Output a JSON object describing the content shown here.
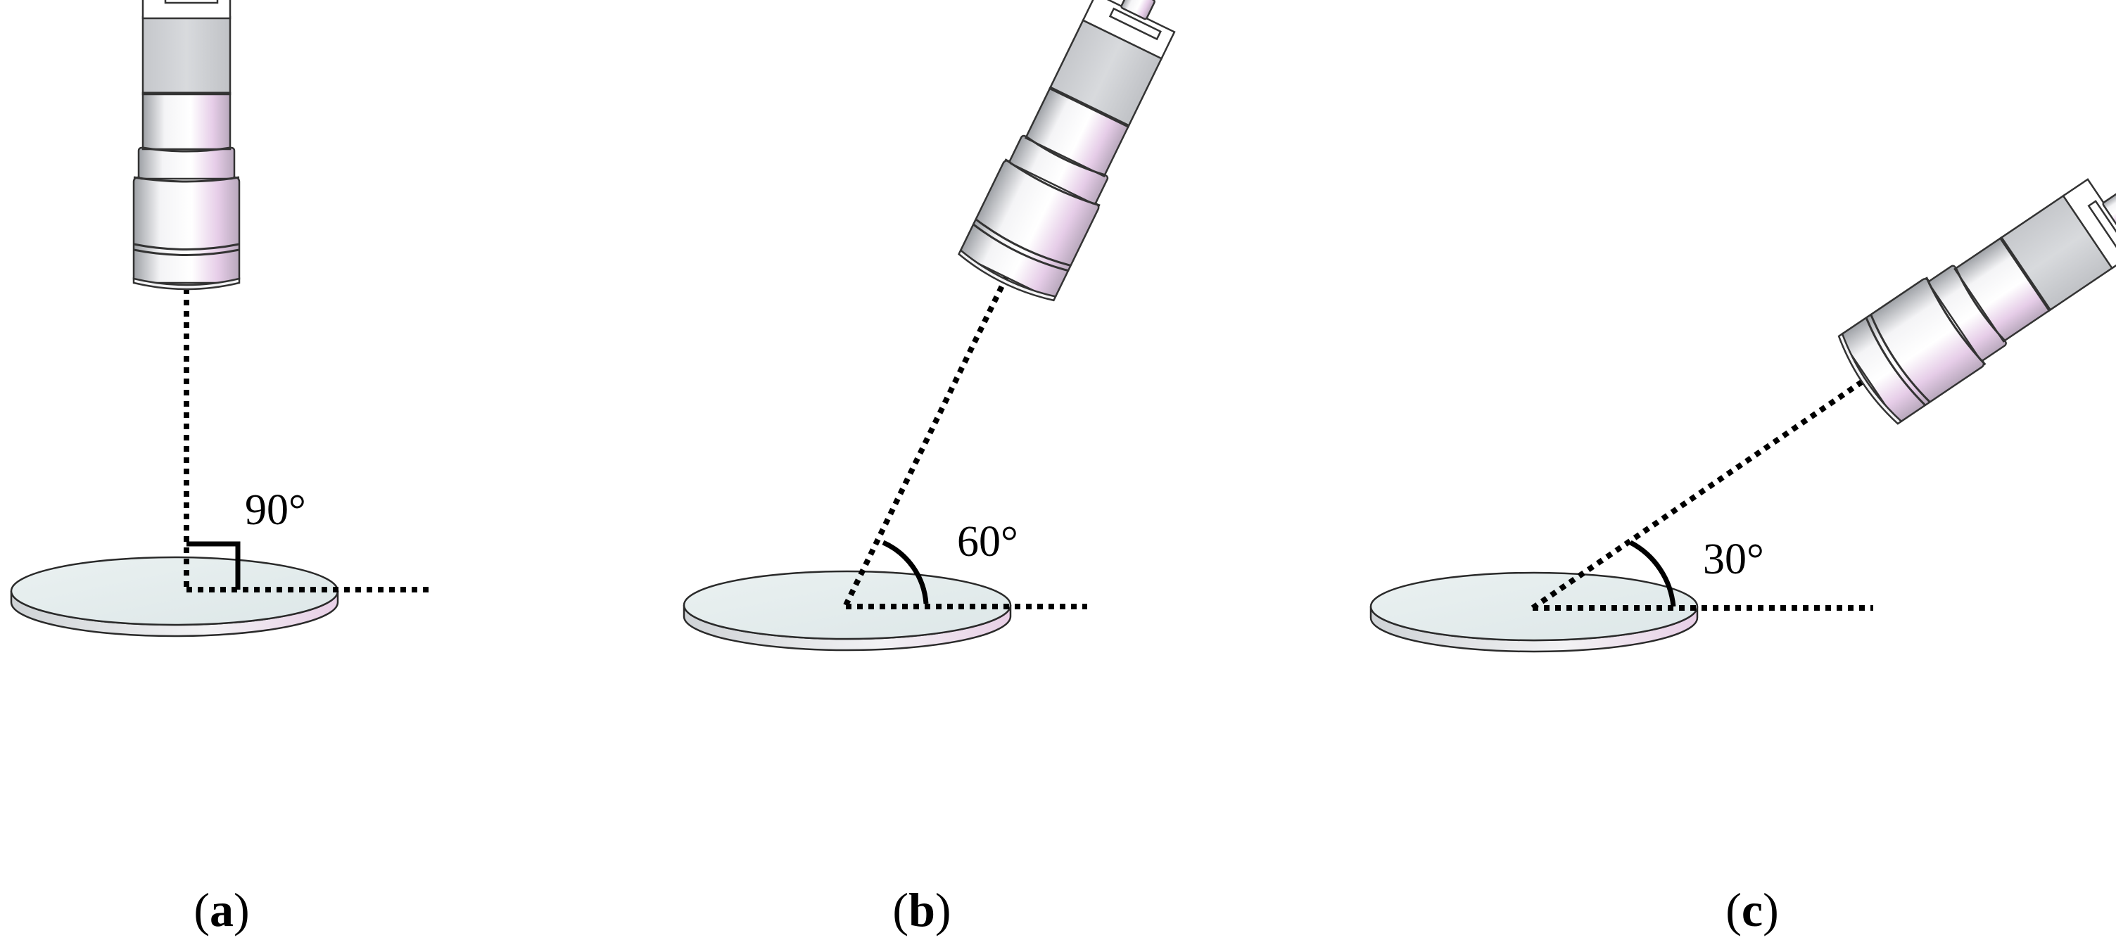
{
  "panels": [
    {
      "id": "a",
      "label_open": "(",
      "label_letter": "a",
      "label_close": ")",
      "angle_text": "90°",
      "angle": 90
    },
    {
      "id": "b",
      "label_open": "(",
      "label_letter": "b",
      "label_close": ")",
      "angle_text": "60°",
      "angle": 60
    },
    {
      "id": "c",
      "label_open": "(",
      "label_letter": "c",
      "label_close": ")",
      "angle_text": "30°",
      "angle": 30
    }
  ],
  "colors": {
    "disk_face": "#e6eeee",
    "camera_metal": "#d4d6da",
    "camera_tint": "#e4cde6",
    "line": "#000000"
  },
  "icons": [
    "camera-icon",
    "sample-disk-icon"
  ]
}
